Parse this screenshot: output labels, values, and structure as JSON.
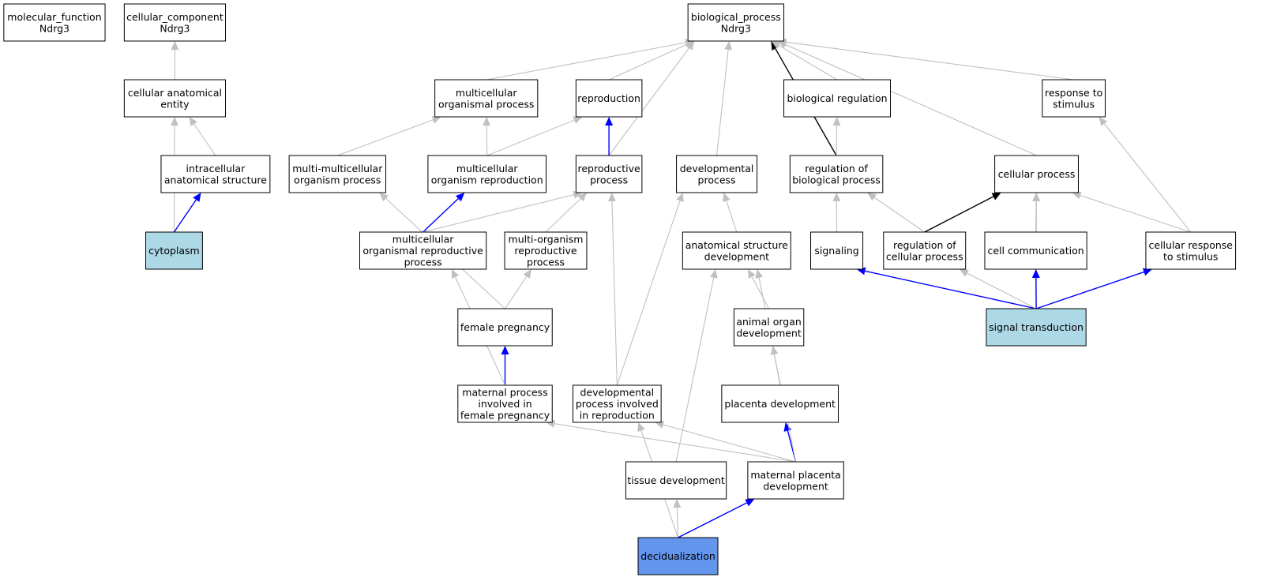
{
  "colors": {
    "default_fill": "#ffffff",
    "highlight_fill": "#add8e6",
    "focus_fill": "#6495ed",
    "edge_gray": "#c0c0c0",
    "edge_blue": "#0000ff",
    "edge_black": "#000000"
  },
  "nodes": [
    {
      "id": "molecular_function",
      "lines": [
        "molecular_function",
        "Ndrg3"
      ],
      "fill": "default"
    },
    {
      "id": "cellular_component",
      "lines": [
        "cellular_component",
        "Ndrg3"
      ],
      "fill": "default"
    },
    {
      "id": "biological_process",
      "lines": [
        "biological_process",
        "Ndrg3"
      ],
      "fill": "default"
    },
    {
      "id": "cellular_anatomical_entity",
      "lines": [
        "cellular anatomical",
        "entity"
      ],
      "fill": "default"
    },
    {
      "id": "intracellular_anatomical_structure",
      "lines": [
        "intracellular",
        "anatomical structure"
      ],
      "fill": "default"
    },
    {
      "id": "cytoplasm",
      "lines": [
        "cytoplasm"
      ],
      "fill": "highlight"
    },
    {
      "id": "multicellular_organismal_process",
      "lines": [
        "multicellular",
        "organismal process"
      ],
      "fill": "default"
    },
    {
      "id": "reproduction",
      "lines": [
        "reproduction"
      ],
      "fill": "default"
    },
    {
      "id": "biological_regulation",
      "lines": [
        "biological regulation"
      ],
      "fill": "default"
    },
    {
      "id": "response_to_stimulus",
      "lines": [
        "response to",
        "stimulus"
      ],
      "fill": "default"
    },
    {
      "id": "multi_multicellular_organism_process",
      "lines": [
        "multi-multicellular",
        "organism process"
      ],
      "fill": "default"
    },
    {
      "id": "multicellular_organism_reproduction",
      "lines": [
        "multicellular",
        "organism reproduction"
      ],
      "fill": "default"
    },
    {
      "id": "reproductive_process",
      "lines": [
        "reproductive",
        "process"
      ],
      "fill": "default"
    },
    {
      "id": "developmental_process",
      "lines": [
        "developmental",
        "process"
      ],
      "fill": "default"
    },
    {
      "id": "regulation_of_biological_process",
      "lines": [
        "regulation of",
        "biological process"
      ],
      "fill": "default"
    },
    {
      "id": "cellular_process",
      "lines": [
        "cellular process"
      ],
      "fill": "default"
    },
    {
      "id": "multicellular_organismal_reproductive_process",
      "lines": [
        "multicellular",
        "organismal reproductive",
        "process"
      ],
      "fill": "default"
    },
    {
      "id": "multi_organism_reproductive_process",
      "lines": [
        "multi-organism",
        "reproductive",
        "process"
      ],
      "fill": "default"
    },
    {
      "id": "anatomical_structure_development",
      "lines": [
        "anatomical structure",
        "development"
      ],
      "fill": "default"
    },
    {
      "id": "signaling",
      "lines": [
        "signaling"
      ],
      "fill": "default"
    },
    {
      "id": "regulation_of_cellular_process",
      "lines": [
        "regulation of",
        "cellular process"
      ],
      "fill": "default"
    },
    {
      "id": "cell_communication",
      "lines": [
        "cell communication"
      ],
      "fill": "default"
    },
    {
      "id": "cellular_response_to_stimulus",
      "lines": [
        "cellular response",
        "to stimulus"
      ],
      "fill": "default"
    },
    {
      "id": "female_pregnancy",
      "lines": [
        "female pregnancy"
      ],
      "fill": "default"
    },
    {
      "id": "animal_organ_development",
      "lines": [
        "animal organ",
        "development"
      ],
      "fill": "default"
    },
    {
      "id": "signal_transduction",
      "lines": [
        "signal transduction"
      ],
      "fill": "highlight"
    },
    {
      "id": "maternal_process_involved_in_female_pregnancy",
      "lines": [
        "maternal process",
        "involved in",
        "female pregnancy"
      ],
      "fill": "default"
    },
    {
      "id": "developmental_process_involved_in_reproduction",
      "lines": [
        "developmental",
        "process involved",
        "in reproduction"
      ],
      "fill": "default"
    },
    {
      "id": "placenta_development",
      "lines": [
        "placenta development"
      ],
      "fill": "default"
    },
    {
      "id": "tissue_development",
      "lines": [
        "tissue development"
      ],
      "fill": "default"
    },
    {
      "id": "maternal_placenta_development",
      "lines": [
        "maternal placenta",
        "development"
      ],
      "fill": "default"
    },
    {
      "id": "decidualization",
      "lines": [
        "decidualization"
      ],
      "fill": "focus"
    }
  ],
  "edges": [
    {
      "from": "cellular_anatomical_entity",
      "to": "cellular_component",
      "color": "gray"
    },
    {
      "from": "intracellular_anatomical_structure",
      "to": "cellular_anatomical_entity",
      "color": "gray"
    },
    {
      "from": "cytoplasm",
      "to": "cellular_anatomical_entity",
      "color": "gray"
    },
    {
      "from": "cytoplasm",
      "to": "intracellular_anatomical_structure",
      "color": "blue"
    },
    {
      "from": "multicellular_organismal_process",
      "to": "biological_process",
      "color": "gray"
    },
    {
      "from": "reproduction",
      "to": "biological_process",
      "color": "gray"
    },
    {
      "from": "reproductive_process",
      "to": "biological_process",
      "color": "gray"
    },
    {
      "from": "developmental_process",
      "to": "biological_process",
      "color": "gray"
    },
    {
      "from": "regulation_of_biological_process",
      "to": "biological_process",
      "color": "black"
    },
    {
      "from": "biological_regulation",
      "to": "biological_process",
      "color": "gray"
    },
    {
      "from": "cellular_process",
      "to": "biological_process",
      "color": "gray"
    },
    {
      "from": "response_to_stimulus",
      "to": "biological_process",
      "color": "gray"
    },
    {
      "from": "multi_multicellular_organism_process",
      "to": "multicellular_organismal_process",
      "color": "gray"
    },
    {
      "from": "multicellular_organism_reproduction",
      "to": "multicellular_organismal_process",
      "color": "gray"
    },
    {
      "from": "multicellular_organism_reproduction",
      "to": "reproduction",
      "color": "gray"
    },
    {
      "from": "reproductive_process",
      "to": "reproduction",
      "color": "blue"
    },
    {
      "from": "regulation_of_biological_process",
      "to": "biological_regulation",
      "color": "gray"
    },
    {
      "from": "cellular_response_to_stimulus",
      "to": "response_to_stimulus",
      "color": "gray"
    },
    {
      "from": "multicellular_organismal_reproductive_process",
      "to": "multicellular_organism_reproduction",
      "color": "blue"
    },
    {
      "from": "multicellular_organismal_reproductive_process",
      "to": "reproductive_process",
      "color": "gray"
    },
    {
      "from": "multi_organism_reproductive_process",
      "to": "reproductive_process",
      "color": "gray"
    },
    {
      "from": "anatomical_structure_development",
      "to": "developmental_process",
      "color": "gray"
    },
    {
      "from": "signaling",
      "to": "regulation_of_biological_process",
      "color": "gray"
    },
    {
      "from": "regulation_of_cellular_process",
      "to": "regulation_of_biological_process",
      "color": "gray"
    },
    {
      "from": "regulation_of_cellular_process",
      "to": "cellular_process",
      "color": "black"
    },
    {
      "from": "cell_communication",
      "to": "cellular_process",
      "color": "gray"
    },
    {
      "from": "cellular_response_to_stimulus",
      "to": "cellular_process",
      "color": "gray"
    },
    {
      "from": "signal_transduction",
      "to": "cellular_process",
      "color": "gray"
    },
    {
      "from": "female_pregnancy",
      "to": "multi_multicellular_organism_process",
      "color": "gray"
    },
    {
      "from": "female_pregnancy",
      "to": "multi_organism_reproductive_process",
      "color": "gray"
    },
    {
      "from": "animal_organ_development",
      "to": "anatomical_structure_development",
      "color": "gray"
    },
    {
      "from": "signal_transduction",
      "to": "signaling",
      "color": "blue"
    },
    {
      "from": "signal_transduction",
      "to": "regulation_of_cellular_process",
      "color": "gray"
    },
    {
      "from": "signal_transduction",
      "to": "cell_communication",
      "color": "blue"
    },
    {
      "from": "signal_transduction",
      "to": "cellular_response_to_stimulus",
      "color": "blue"
    },
    {
      "from": "maternal_process_involved_in_female_pregnancy",
      "to": "female_pregnancy",
      "color": "blue"
    },
    {
      "from": "maternal_process_involved_in_female_pregnancy",
      "to": "multicellular_organismal_reproductive_process",
      "color": "gray"
    },
    {
      "from": "developmental_process_involved_in_reproduction",
      "to": "reproductive_process",
      "color": "gray"
    },
    {
      "from": "developmental_process_involved_in_reproduction",
      "to": "developmental_process",
      "color": "gray"
    },
    {
      "from": "placenta_development",
      "to": "animal_organ_development",
      "color": "gray"
    },
    {
      "from": "tissue_development",
      "to": "anatomical_structure_development",
      "color": "gray"
    },
    {
      "from": "maternal_placenta_development",
      "to": "placenta_development",
      "color": "blue"
    },
    {
      "from": "maternal_placenta_development",
      "to": "maternal_process_involved_in_female_pregnancy",
      "color": "gray"
    },
    {
      "from": "maternal_placenta_development",
      "to": "developmental_process_involved_in_reproduction",
      "color": "gray"
    },
    {
      "from": "maternal_placenta_development",
      "to": "anatomical_structure_development",
      "color": "gray"
    },
    {
      "from": "decidualization",
      "to": "tissue_development",
      "color": "gray"
    },
    {
      "from": "decidualization",
      "to": "maternal_placenta_development",
      "color": "blue"
    },
    {
      "from": "decidualization",
      "to": "developmental_process_involved_in_reproduction",
      "color": "gray"
    }
  ]
}
